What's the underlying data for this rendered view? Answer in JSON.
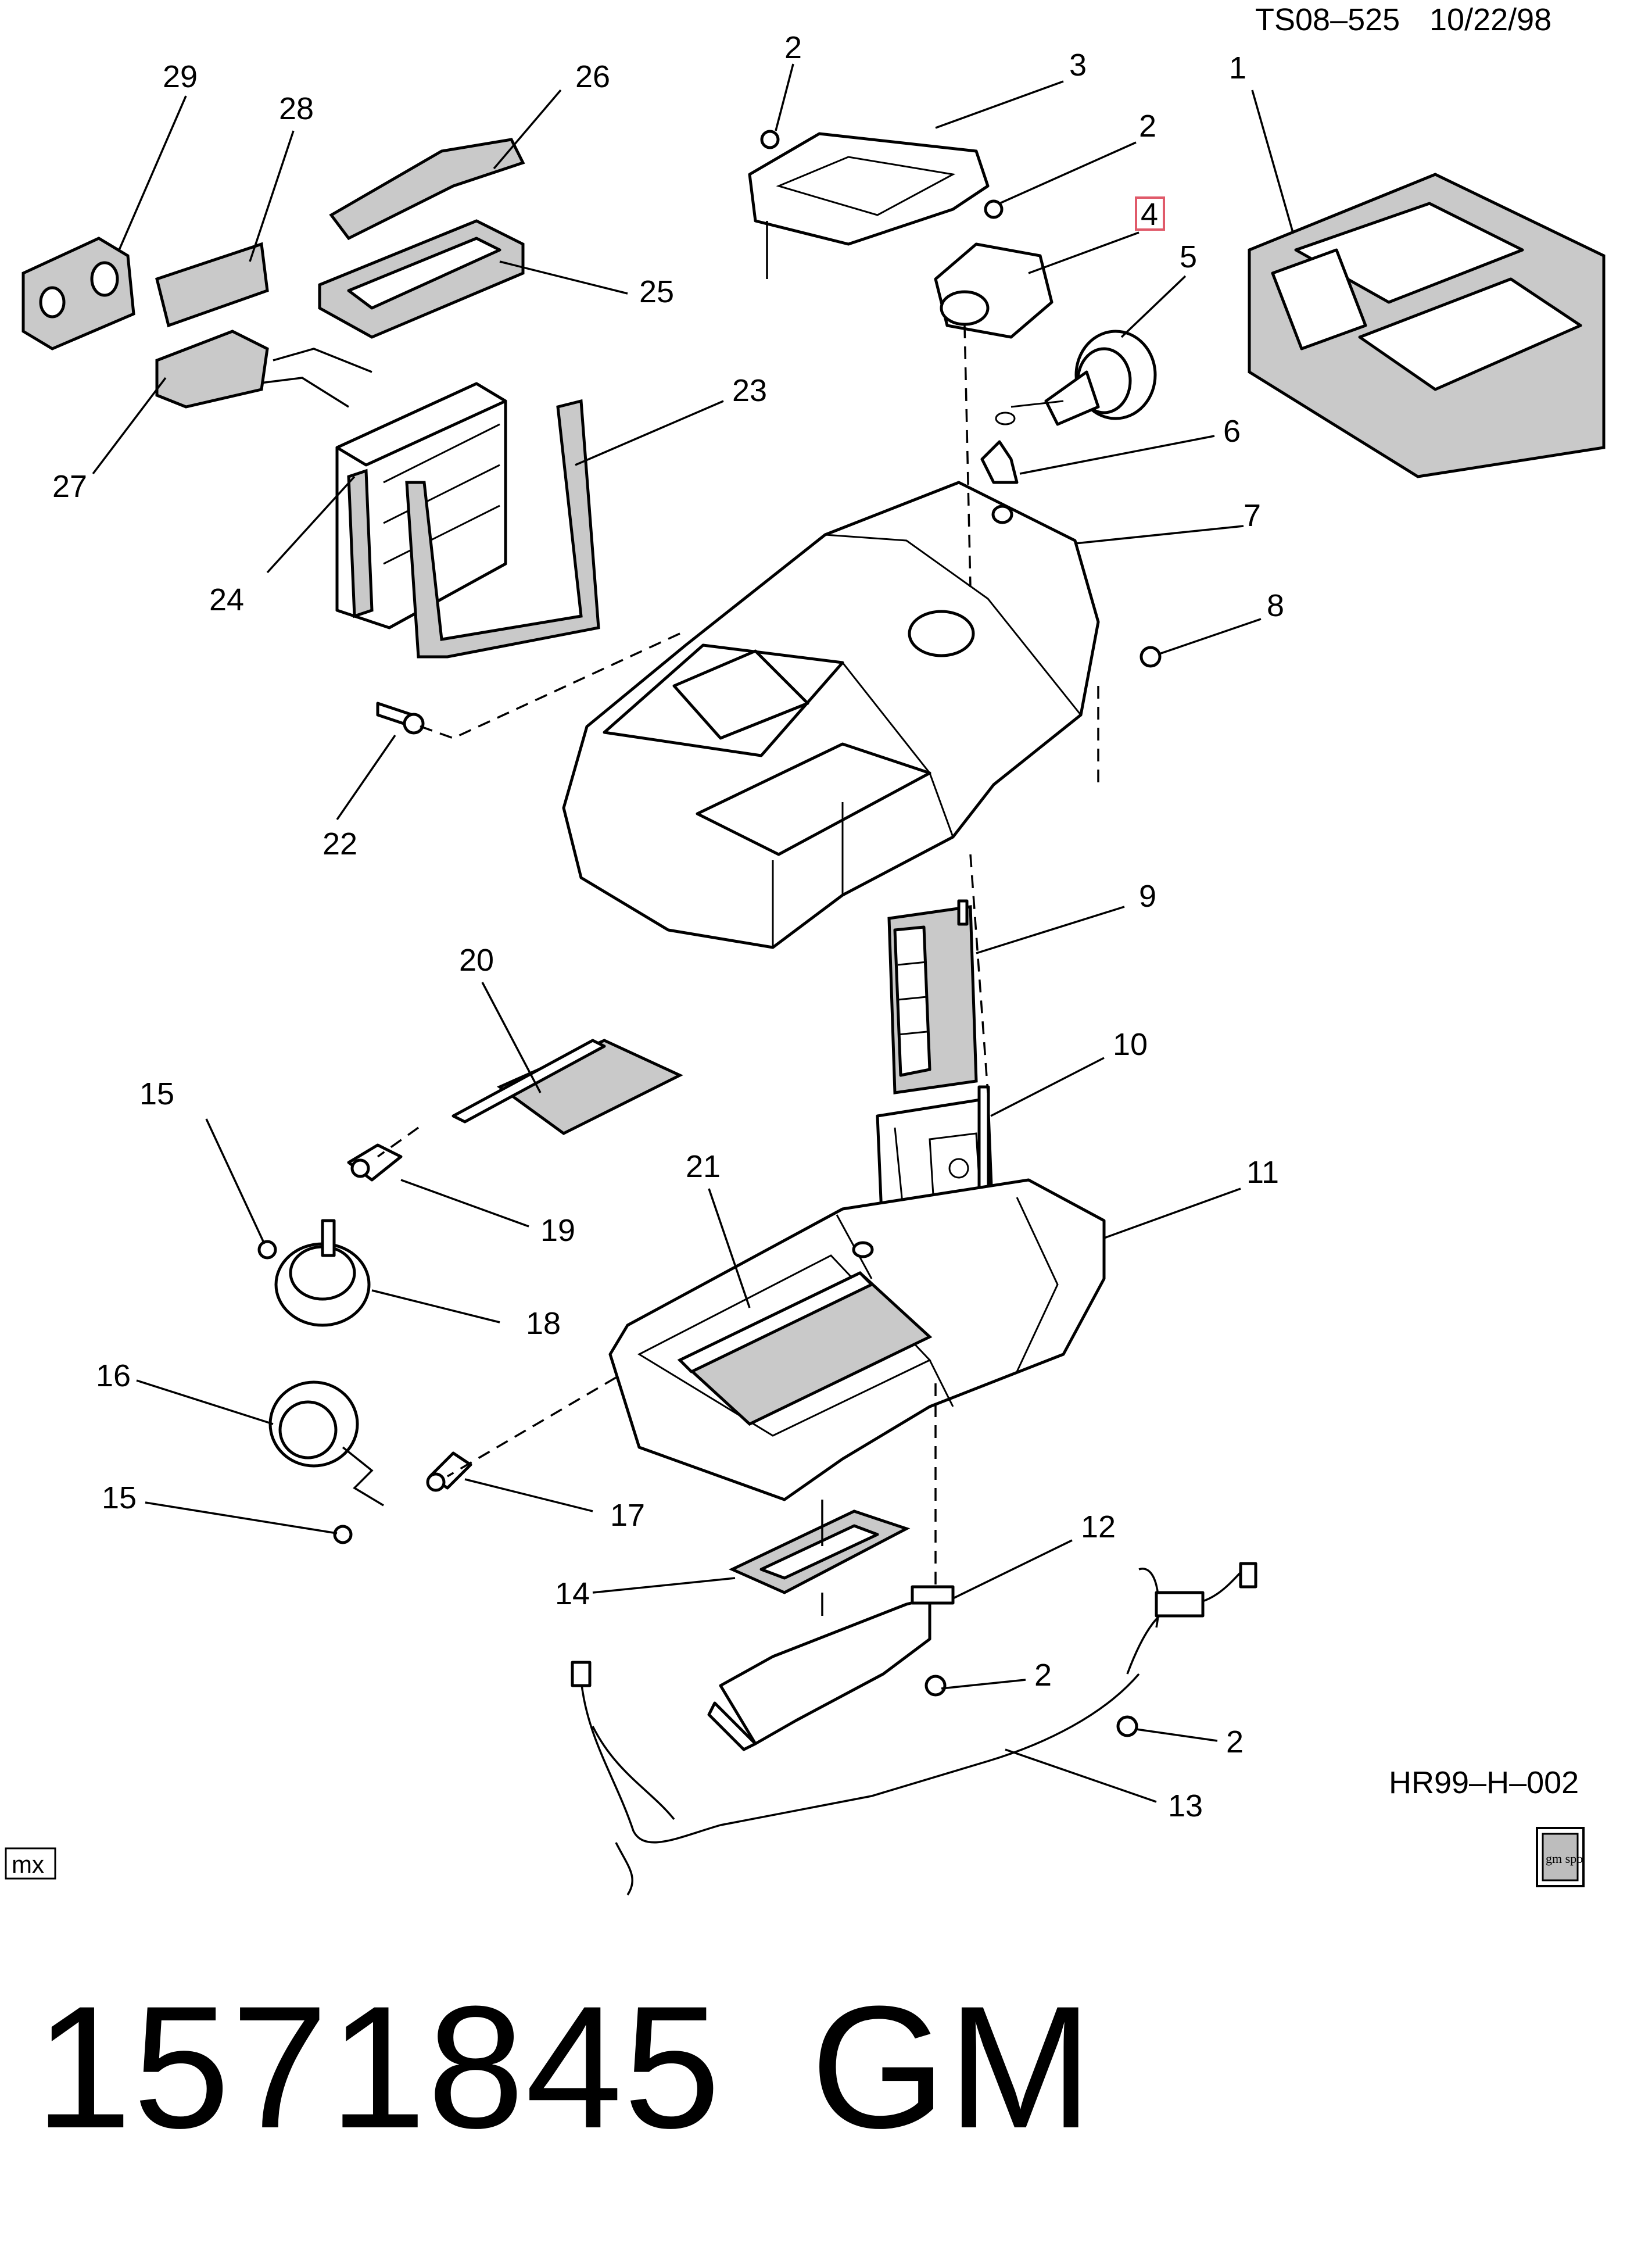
{
  "header": {
    "code": "TS08–525",
    "date": "10/22/98"
  },
  "figure_code": "HR99–H–002",
  "corner_label": "mx",
  "logo_text": "gm spo",
  "part_number": "1571845",
  "brand": "GM",
  "colors": {
    "highlight": "#e05a6a",
    "ink": "#000000",
    "foam": "#c9c9c9"
  },
  "callouts": [
    {
      "id": "c29",
      "label": "29"
    },
    {
      "id": "c28",
      "label": "28"
    },
    {
      "id": "c26",
      "label": "26"
    },
    {
      "id": "c25",
      "label": "25"
    },
    {
      "id": "c27",
      "label": "27"
    },
    {
      "id": "c24",
      "label": "24"
    },
    {
      "id": "c23",
      "label": "23"
    },
    {
      "id": "c2a",
      "label": "2"
    },
    {
      "id": "c3",
      "label": "3"
    },
    {
      "id": "c2b",
      "label": "2"
    },
    {
      "id": "c4",
      "label": "4",
      "highlighted": true
    },
    {
      "id": "c5",
      "label": "5"
    },
    {
      "id": "c1",
      "label": "1"
    },
    {
      "id": "c6",
      "label": "6"
    },
    {
      "id": "c7",
      "label": "7"
    },
    {
      "id": "c8",
      "label": "8"
    },
    {
      "id": "c22",
      "label": "22"
    },
    {
      "id": "c9",
      "label": "9"
    },
    {
      "id": "c20",
      "label": "20"
    },
    {
      "id": "c10",
      "label": "10"
    },
    {
      "id": "c15a",
      "label": "15"
    },
    {
      "id": "c11",
      "label": "11"
    },
    {
      "id": "c21",
      "label": "21"
    },
    {
      "id": "c19",
      "label": "19"
    },
    {
      "id": "c18",
      "label": "18"
    },
    {
      "id": "c16",
      "label": "16"
    },
    {
      "id": "c15b",
      "label": "15"
    },
    {
      "id": "c17",
      "label": "17"
    },
    {
      "id": "c12",
      "label": "12"
    },
    {
      "id": "c14",
      "label": "14"
    },
    {
      "id": "c2c",
      "label": "2"
    },
    {
      "id": "c2d",
      "label": "2"
    },
    {
      "id": "c13",
      "label": "13"
    }
  ]
}
